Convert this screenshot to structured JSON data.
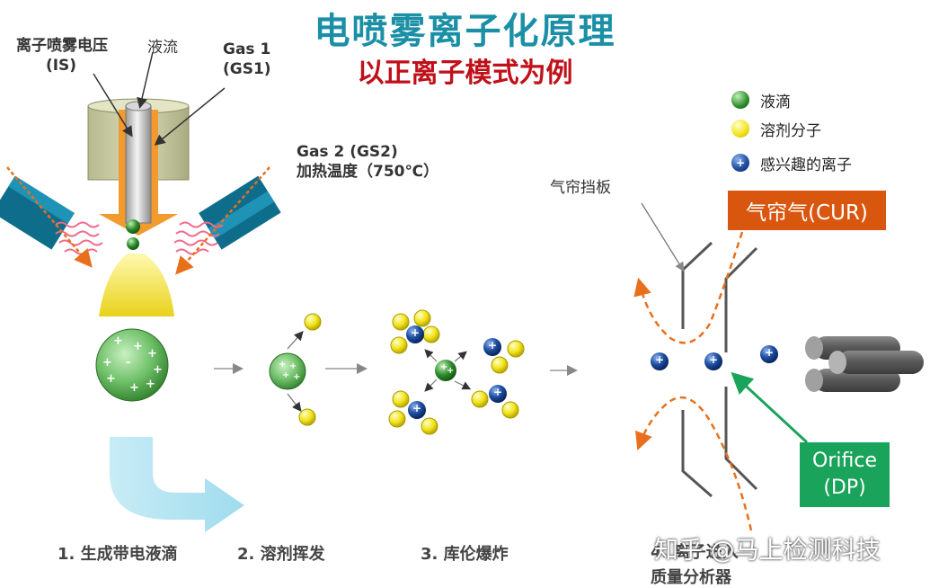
{
  "title": "电喷雾离子化原理",
  "subtitle": "以正离子模式为例",
  "labels": {
    "is_line1": "离子喷雾电压",
    "is_line2": "(IS)",
    "liquid_flow": "液流",
    "gas1_line1": "Gas 1",
    "gas1_line2": "(GS1)",
    "gas2_line1": "Gas 2 (GS2)",
    "gas2_line2": "加热温度（750℃）",
    "curtain_plate": "气帘挡板",
    "cur_gas": "气帘气(CUR)",
    "orifice_line1": "Orifice",
    "orifice_line2": "(DP)"
  },
  "legend": [
    {
      "label": "液滴",
      "color": "#2e8b2e"
    },
    {
      "label": "溶剂分子",
      "color": "#f2e21a"
    },
    {
      "label": "感兴趣的离子",
      "color": "#1f4fa0"
    }
  ],
  "steps": [
    "1. 生成带电液滴",
    "2. 溶剂挥发",
    "3. 库伦爆炸",
    "4. 离子进入",
    "质量分析器"
  ],
  "symbols": {
    "plus": "+",
    "minus": "-"
  },
  "watermark": "知乎 @马上检测科技",
  "colors": {
    "title": "#1a8fa6",
    "subtitle": "#c0101a",
    "cur": "#d9560f",
    "orifice": "#1aa35a",
    "arrow_orange": "#e8701c",
    "heater_blue": "#0f6d8c"
  }
}
